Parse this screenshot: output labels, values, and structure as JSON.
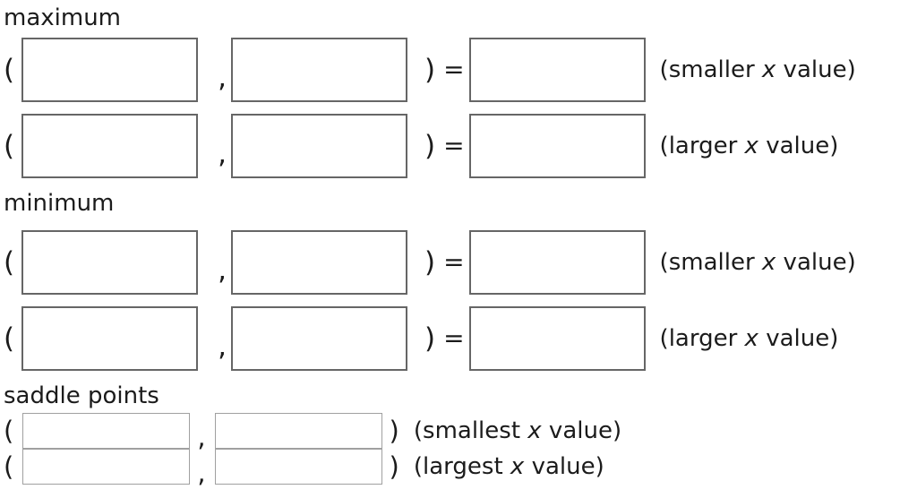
{
  "page": {
    "background_color": "#ffffff",
    "text_color": "#1b1b1b",
    "box_border_color": "#666666",
    "small_box_border_color": "#a0a0a0"
  },
  "symbols": {
    "open_paren": "(",
    "comma": ",",
    "close_paren": ")",
    "equals": "="
  },
  "sections": {
    "maximum": {
      "label": "maximum",
      "rows": [
        {
          "x_value": "",
          "y_value": "",
          "result_value": "",
          "qualifier_pre": "(smaller ",
          "qualifier_var": "x",
          "qualifier_post": " value)"
        },
        {
          "x_value": "",
          "y_value": "",
          "result_value": "",
          "qualifier_pre": "(larger ",
          "qualifier_var": "x",
          "qualifier_post": " value)"
        }
      ]
    },
    "minimum": {
      "label": "minimum",
      "rows": [
        {
          "x_value": "",
          "y_value": "",
          "result_value": "",
          "qualifier_pre": "(smaller ",
          "qualifier_var": "x",
          "qualifier_post": " value)"
        },
        {
          "x_value": "",
          "y_value": "",
          "result_value": "",
          "qualifier_pre": "(larger ",
          "qualifier_var": "x",
          "qualifier_post": " value)"
        }
      ]
    },
    "saddle": {
      "label": "saddle points",
      "rows": [
        {
          "x_value": "",
          "y_value": "",
          "qualifier_pre": "(smallest ",
          "qualifier_var": "x",
          "qualifier_post": " value)"
        },
        {
          "x_value": "",
          "y_value": "",
          "qualifier_pre": "(largest ",
          "qualifier_var": "x",
          "qualifier_post": " value)"
        }
      ]
    }
  }
}
